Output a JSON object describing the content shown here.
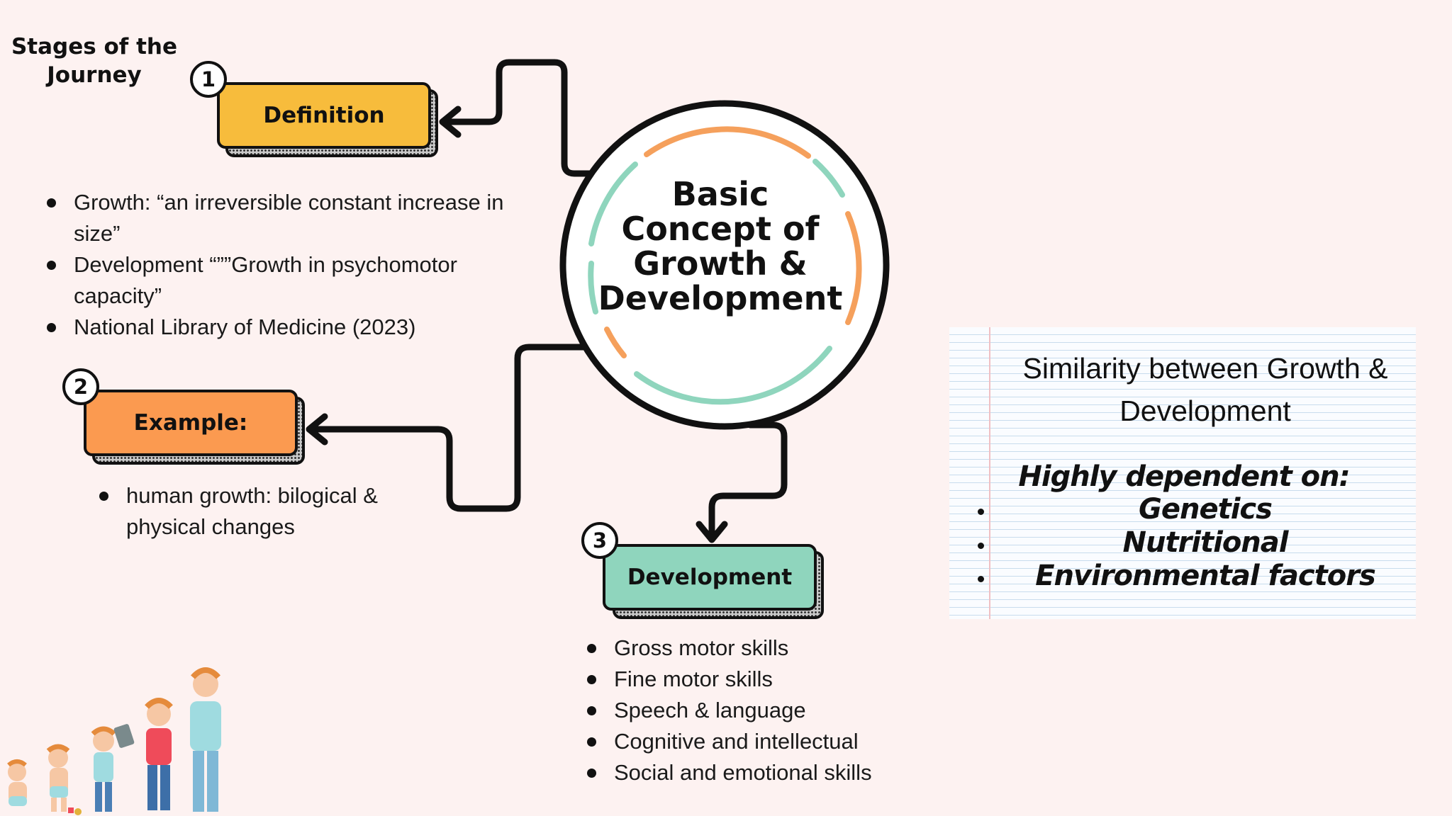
{
  "heading": "Stages of the Journey",
  "center": {
    "title": "Basic Concept of Growth & Development"
  },
  "stages": [
    {
      "number": "1",
      "label": "Definition",
      "color": "#f7bc3c"
    },
    {
      "number": "2",
      "label": "Example:",
      "color": "#fb9a50"
    },
    {
      "number": "3",
      "label": "Development",
      "color": "#8fd5bd"
    }
  ],
  "definition_points": [
    "Growth: “an irreversible constant increase in size”",
    "Development “””Growth in psychomotor capacity”",
    "National Library of Medicine (2023)"
  ],
  "example_points": [
    "human growth: bilogical & physical changes"
  ],
  "development_points": [
    "Gross motor skills",
    "Fine motor skills",
    "Speech & language",
    "Cognitive and intellectual",
    "Social and emotional skills"
  ],
  "similarity": {
    "title": "Similarity between Growth & Development",
    "subtitle": "Highly dependent on:",
    "factors": [
      "Genetics",
      "Nutritional",
      "Environmental factors"
    ]
  },
  "colors": {
    "background": "#fdf2f1",
    "orange_arc": "#f5a05c",
    "teal_arc": "#8fd5bd"
  },
  "illustration": "children-growth-stages-figures"
}
